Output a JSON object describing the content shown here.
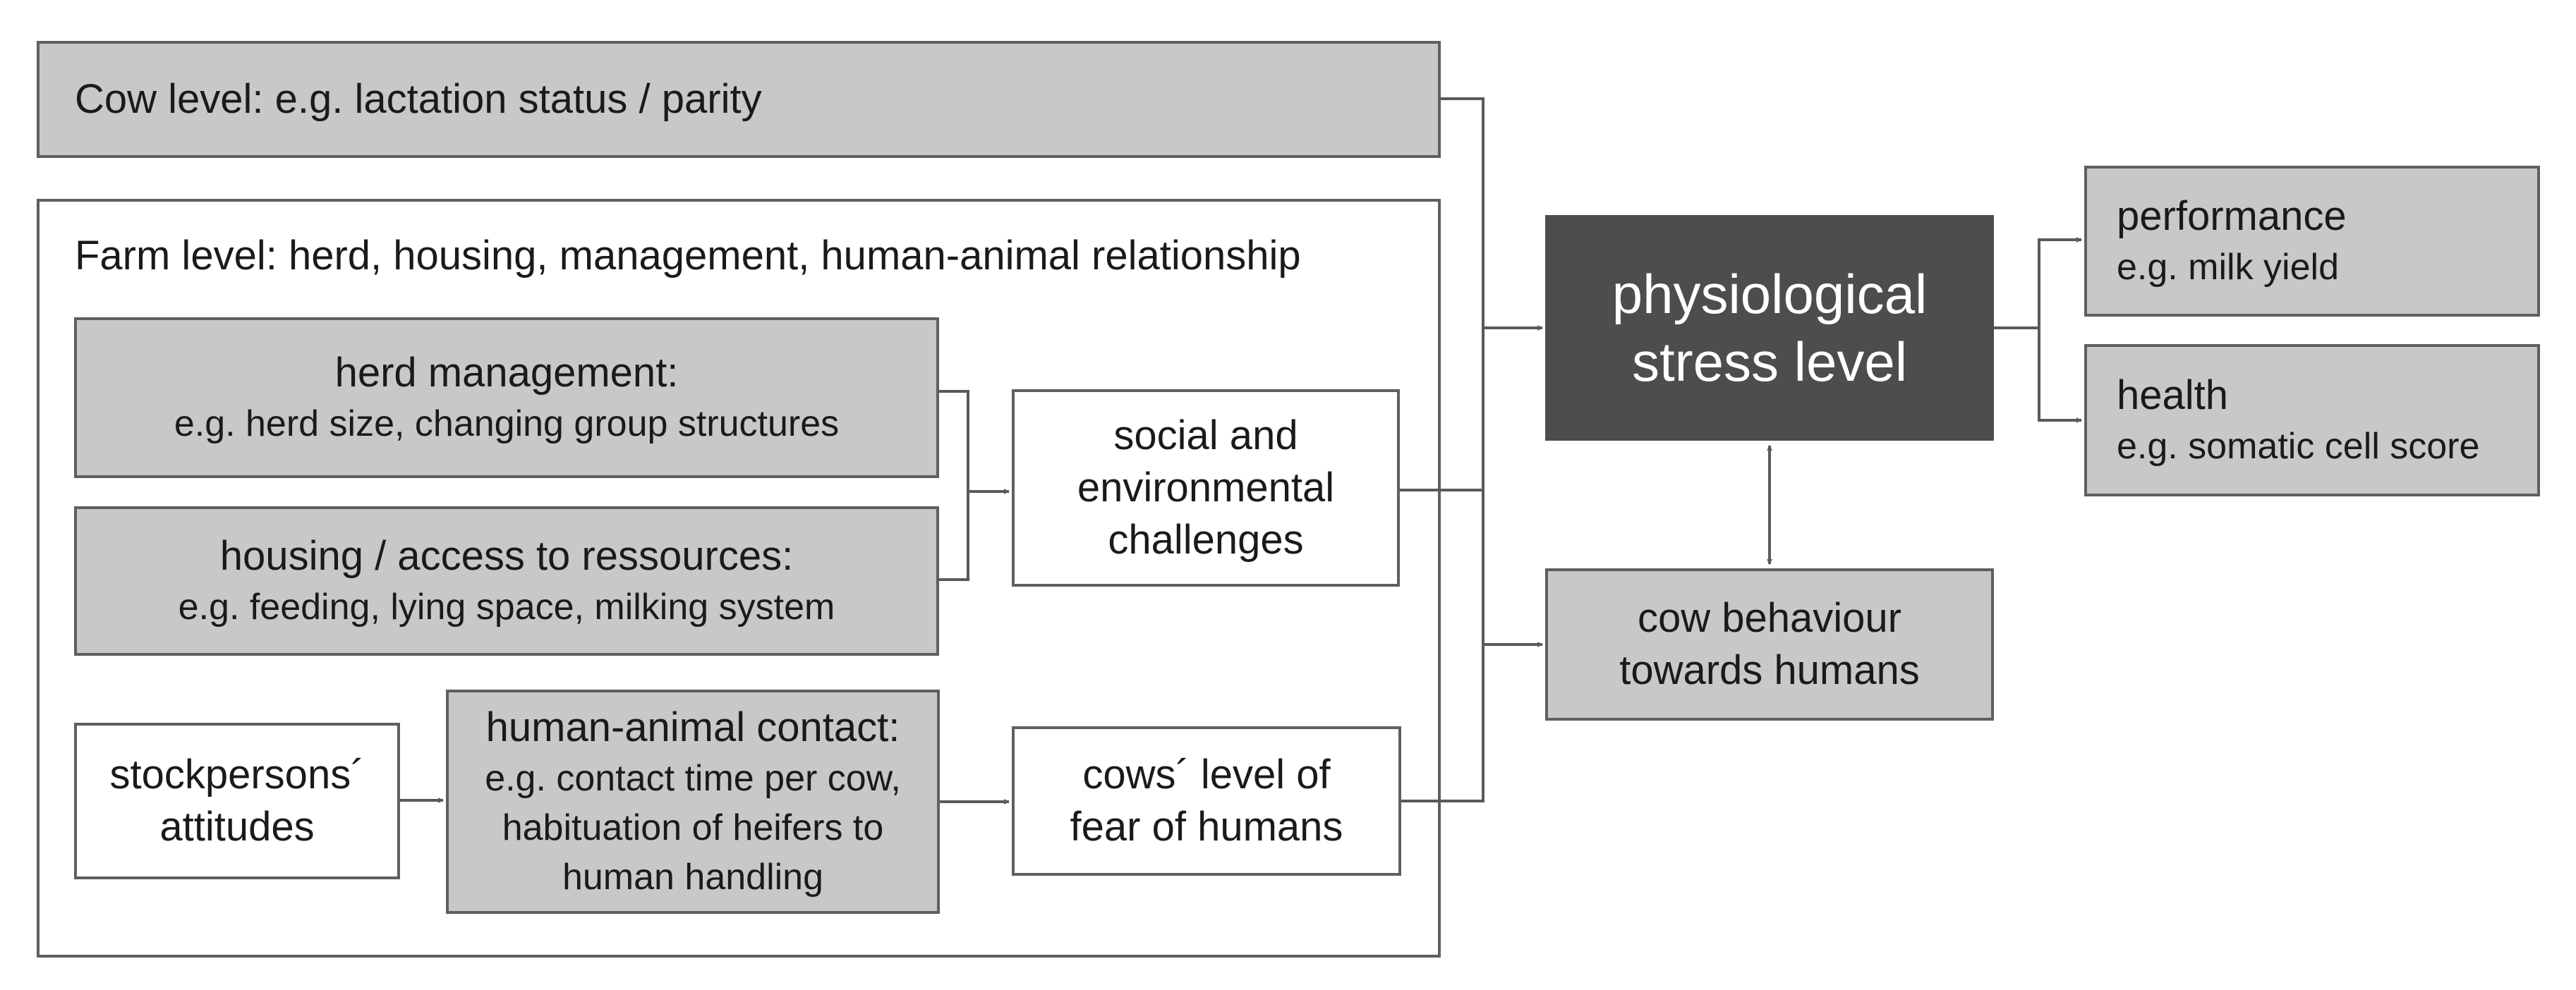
{
  "cow_level": {
    "label": "Cow level: e.g. lactation status / parity"
  },
  "farm_level": {
    "label": "Farm level: herd, housing, management, human-animal relationship"
  },
  "herd_management": {
    "title": "herd management:",
    "detail": "e.g. herd size, changing group structures"
  },
  "housing": {
    "title": "housing / access to ressources:",
    "detail": "e.g. feeding, lying space, milking system"
  },
  "social_env": {
    "line1": "social and",
    "line2": "environmental",
    "line3": "challenges"
  },
  "stockpersons": {
    "line1": "stockpersons´",
    "line2": "attitudes"
  },
  "human_animal_contact": {
    "title": "human-animal contact:",
    "line1": "e.g. contact time per cow,",
    "line2": "habituation of heifers to",
    "line3": "human handling"
  },
  "fear": {
    "line1": "cows´ level of",
    "line2": "fear of humans"
  },
  "stress": {
    "line1": "physiological",
    "line2": "stress level"
  },
  "behaviour": {
    "line1": "cow behaviour",
    "line2": "towards humans"
  },
  "performance": {
    "title": "performance",
    "detail": "e.g. milk yield"
  },
  "health": {
    "title": "health",
    "detail": "e.g. somatic cell score"
  },
  "colors": {
    "box_grey": "#c8c8c8",
    "box_dark": "#4d4d4d",
    "border": "#5f5f5f",
    "line": "#5a5a5a"
  }
}
